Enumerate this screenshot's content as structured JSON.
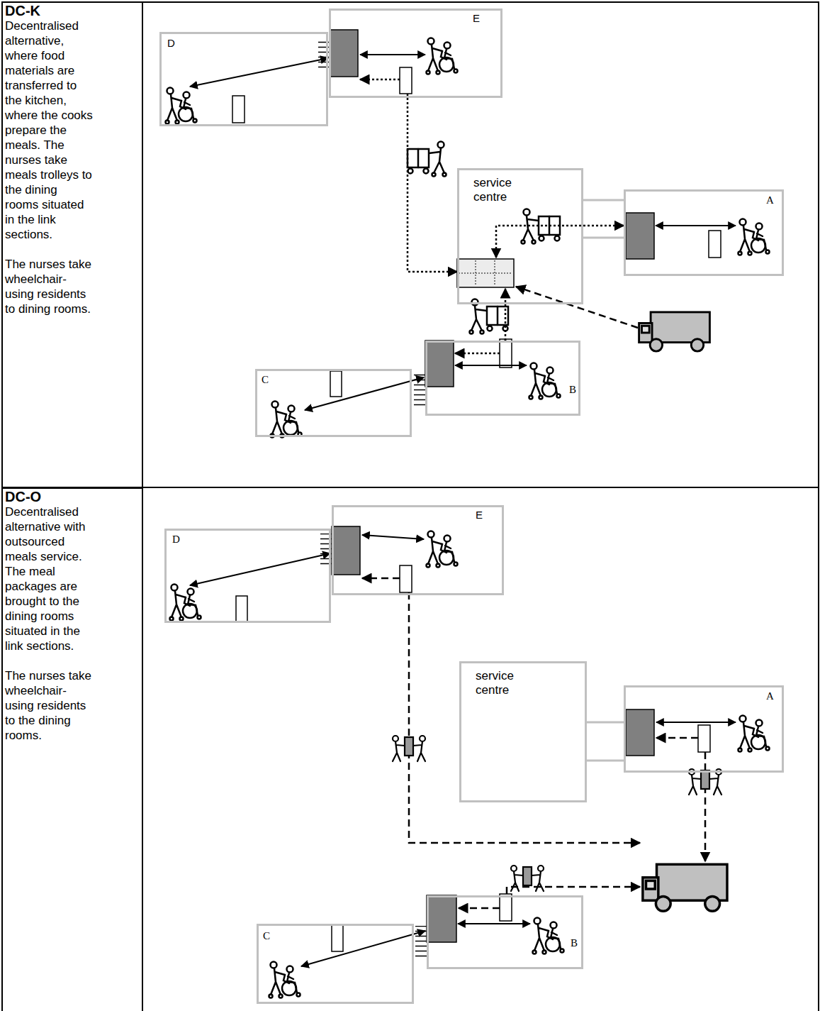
{
  "diagram": {
    "nodes": [
      {
        "text": [
          "DC-K",
          "Decentralised alternative, where food materials are transferred to the kitchen, where the cooks prepare the meals. The nurses take meals trolleys to the dining rooms situated in the link sections.",
          "The nurses take wheelchair-using residents to dining rooms."
        ]
      },
      {
        "text": [
          "D"
        ]
      },
      {
        "text": [
          "E"
        ]
      },
      {
        "text": [
          "service centre"
        ]
      },
      {
        "text": [
          "A"
        ]
      },
      {
        "text": [
          "B"
        ]
      },
      {
        "text": [
          "C"
        ]
      },
      {
        "text": [
          "DC-O",
          "Decentralised alternative with outsourced meals service. The meal packages are brought to the dining rooms situated in the link sections.",
          "The nurses take wheelchair-using residents to the dining rooms."
        ]
      },
      {
        "text": [
          "D"
        ]
      },
      {
        "text": [
          "E"
        ]
      },
      {
        "text": [
          "service centre"
        ]
      },
      {
        "text": [
          "A"
        ]
      },
      {
        "text": [
          "B"
        ]
      },
      {
        "text": [
          "C"
        ]
      }
    ],
    "edges": [
      {
        "from": 2,
        "to": 3,
        "arrow": "to"
      },
      {
        "from": 4,
        "to": 3,
        "arrow": "both"
      },
      {
        "from": 5,
        "to": 3,
        "arrow": "to"
      }
    ]
  }
}
